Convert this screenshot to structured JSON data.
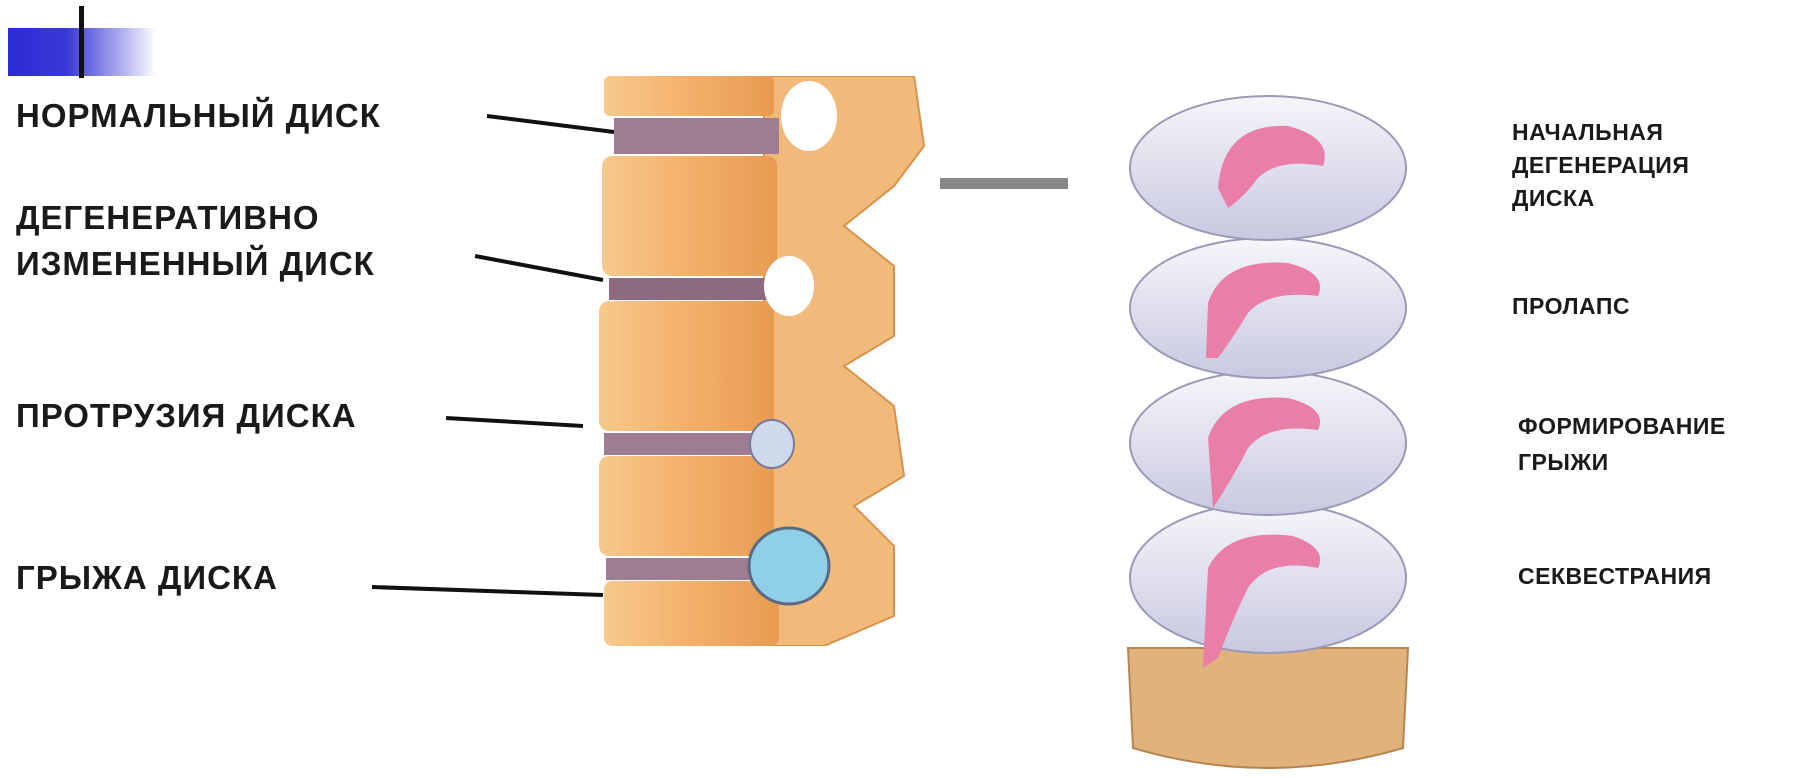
{
  "left_labels": {
    "normal": "НОРМАЛЬНЫЙ ДИСК",
    "degenerative_line1": "ДЕГЕНЕРАТИВНО",
    "degenerative_line2": "ИЗМЕНЕННЫЙ ДИСК",
    "protrusion": "ПРОТРУЗИЯ ДИСКА",
    "hernia": "ГРЫЖА ДИСКА"
  },
  "right_labels": {
    "stage1_line1": "НАЧАЛЬНАЯ",
    "stage1_line2": "ДЕГЕНЕРАЦИЯ",
    "stage1_line3": "ДИСКА",
    "stage2": "ПРОЛАПС",
    "stage3_line1": "ФОРМИРОВАНИЕ",
    "stage3_line2": "ГРЫЖИ",
    "stage4": "СЕКВЕСТРАНИЯ"
  },
  "colors": {
    "slide_marker": "#2b2bd4",
    "bone": "#f0b570",
    "disc": "#9e7d92",
    "hernia": "#8fd0e8",
    "nucleus": "#e97fa6",
    "disc_ring": "#c8c8e0"
  }
}
